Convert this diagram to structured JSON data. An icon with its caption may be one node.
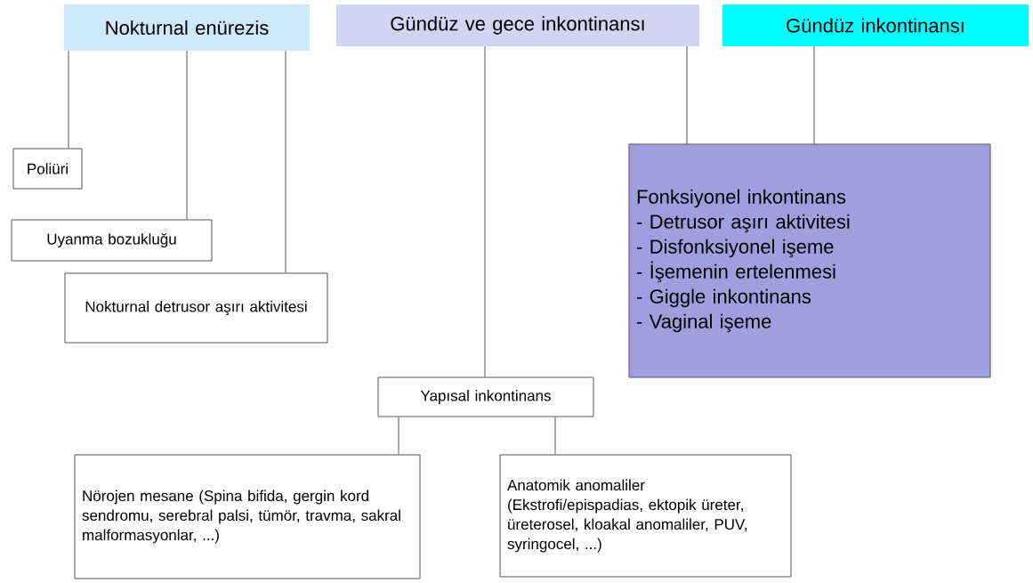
{
  "diagram": {
    "nodes": [
      {
        "text": [
          "Nokturnal enürezis"
        ]
      },
      {
        "text": [
          "Gündüz ve gece inkontinansı"
        ]
      },
      {
        "text": [
          "Gündüz inkontinansı"
        ]
      },
      {
        "text": [
          "Poliüri"
        ]
      },
      {
        "text": [
          "Uyanma bozukluğu"
        ]
      },
      {
        "text": [
          "Nokturnal detrusor aşırı aktivitesi"
        ]
      },
      {
        "text": [
          "Fonksiyonel inkontinans",
          "- Detrusor aşırı aktivitesi",
          "- Disfonksiyonel işeme",
          "- İşemenin ertelenmesi",
          "- Giggle inkontinans",
          "- Vaginal işeme"
        ]
      },
      {
        "text": [
          "Yapısal inkontinans"
        ]
      },
      {
        "text": [
          "Nörojen mesane (Spina bifida, gergin kord sendromu, serebral palsi, tümör, travma, sakral malformasyonlar, ...)"
        ]
      },
      {
        "text": [
          "Anatomik anomaliler (Ekstrofi/epispadias, ektopik üreter, üreterosel, kloakal anomaliler, PUV, syringocel, ...)"
        ]
      }
    ],
    "edges": [
      {
        "from": 0,
        "to": 3,
        "arrow": "none"
      },
      {
        "from": 0,
        "to": 4,
        "arrow": "none"
      },
      {
        "from": 0,
        "to": 5,
        "arrow": "none"
      },
      {
        "from": 1,
        "to": 7,
        "arrow": "none"
      },
      {
        "from": 1,
        "to": 6,
        "arrow": "none"
      },
      {
        "from": 2,
        "to": 6,
        "arrow": "none"
      },
      {
        "from": 7,
        "to": 8,
        "arrow": "none"
      },
      {
        "from": 7,
        "to": 9,
        "arrow": "none"
      }
    ]
  }
}
